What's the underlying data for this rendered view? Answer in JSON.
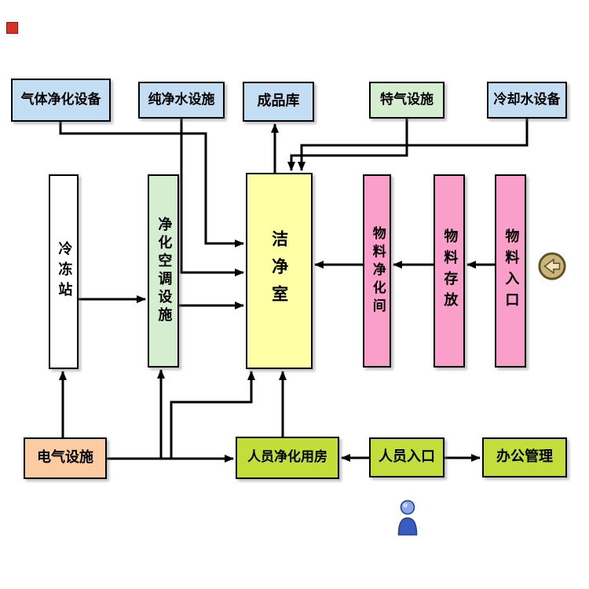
{
  "diagram": {
    "nodes": {
      "gas_purification": {
        "label": "气体净化设备"
      },
      "pure_water": {
        "label": "纯净水设施"
      },
      "finished_goods": {
        "label": "成品库"
      },
      "special_gas": {
        "label": "特气设施"
      },
      "cooling_water": {
        "label": "冷却水设备"
      },
      "freezing_station": {
        "label": "冷冻站"
      },
      "hvac": {
        "label": "净化空调设施"
      },
      "cleanroom": {
        "label": "洁净室"
      },
      "material_purification": {
        "label": "物料净化间"
      },
      "material_storage": {
        "label": "物料存放"
      },
      "material_entrance": {
        "label": "物料入口"
      },
      "electrical": {
        "label": "电气设施"
      },
      "personnel_purification": {
        "label": "人员净化用房"
      },
      "personnel_entrance": {
        "label": "人员入口"
      },
      "office_management": {
        "label": "办公管理"
      }
    },
    "icons": {
      "material_flow": "back-arrow-icon",
      "personnel": "person-icon",
      "artifact": "red-marker-icon"
    },
    "colors": {
      "light_blue": "#c3ddf2",
      "light_green": "#d5eecf",
      "yellow": "#ffffa5",
      "pink": "#f99fc9",
      "peach": "#fbcba2",
      "yellow_green": "#c3dd3a",
      "white": "#ffffff",
      "line": "#000000"
    }
  }
}
